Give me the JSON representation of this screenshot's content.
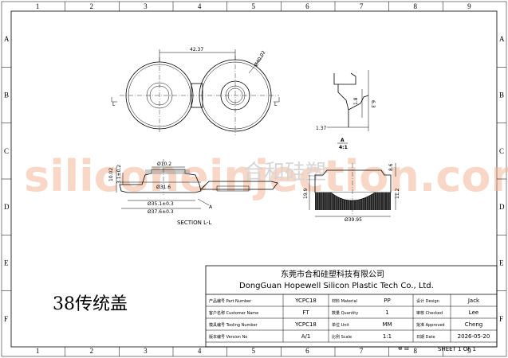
{
  "grid": {
    "columns": [
      "1",
      "2",
      "3",
      "4",
      "5",
      "6",
      "7",
      "8",
      "9"
    ],
    "rows": [
      "A",
      "B",
      "C",
      "D",
      "E",
      "F"
    ]
  },
  "watermark": "siliconeinjection.com",
  "watermark_cn": "合和硅塑",
  "dimensions": {
    "d_42_37": "42.37",
    "d_dia40_02": "Ø40.02",
    "d_1_37": "1.37",
    "d_1_8": "1.8",
    "d_6_3": "6.3",
    "d_dia10_2": "Ø10.2",
    "d_dia31_6": "Ø31.6",
    "d_10_02": "10.02",
    "d_3_1": "3.1±0.2",
    "d_dia35_1": "Ø35.1±0.3",
    "d_dia37_6": "Ø37.6±0.3",
    "d_19_9": "19.9",
    "d_8_6": "8.6",
    "d_11_2": "11.2",
    "d_dia39_95": "Ø39.95",
    "label_a": "A",
    "detail_label": "A",
    "detail_scale": "4:1",
    "section_title": "SECTION L-L",
    "section_mark": "L"
  },
  "product_title": "38传统盖",
  "company": {
    "cn": "东莞市合和硅塑科技有限公司",
    "en": "DongGuan Hopewell Silicon Plastic Tech Co., Ltd."
  },
  "title_block": {
    "rows": [
      {
        "lbl1": "产品编号 Part Number",
        "val1": "YCPC18",
        "lbl2": "材料 Material",
        "val2": "PP",
        "lbl3": "设计 Design",
        "val3": "Jack"
      },
      {
        "lbl1": "客户名称 Customer Name",
        "val1": "FT",
        "lbl2": "数量 Quantity",
        "val2": "1",
        "lbl3": "审核 Checked",
        "val3": "Lee"
      },
      {
        "lbl1": "模具编号 Tooling Number",
        "val1": "YCPC18",
        "lbl2": "单位 Unit",
        "val2": "MM",
        "lbl3": "批准 Approved",
        "val3": "Cheng"
      },
      {
        "lbl1": "版本编号 Version No",
        "val1": "A/1",
        "lbl2": "比例 Scale",
        "val2": "1:1",
        "lbl3": "日期 Date",
        "val3": "2026-05-20"
      }
    ],
    "sheet": "SHEET 1 OF 1"
  }
}
